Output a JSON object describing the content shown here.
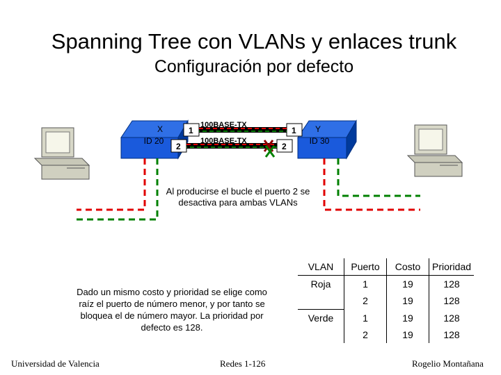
{
  "title": "Spanning Tree con VLANs y enlaces trunk",
  "subtitle": "Configuración por defecto",
  "switch_x": {
    "name": "X",
    "id": "ID 20"
  },
  "switch_y": {
    "name": "Y",
    "id": "ID 30"
  },
  "ports": {
    "x_top": "1",
    "x_bottom": "2",
    "y_top": "1",
    "y_bottom": "2"
  },
  "links": {
    "top": "100BASE-TX",
    "bottom": "100BASE-TX"
  },
  "note": "Al producirse el bucle el puerto 2 se desactiva para ambas VLANs",
  "explanation": "Dado un mismo costo y prioridad se elige como raíz el puerto de número menor, y por tanto se bloquea el de número mayor. La prioridad por defecto es 128.",
  "table": {
    "headers": [
      "VLAN",
      "Puerto",
      "Costo",
      "Prioridad"
    ],
    "rows": [
      [
        "Roja",
        "1",
        "19",
        "128"
      ],
      [
        "",
        "2",
        "19",
        "128"
      ],
      [
        "Verde",
        "1",
        "19",
        "128"
      ],
      [
        "",
        "2",
        "19",
        "128"
      ]
    ]
  },
  "footer": {
    "left": "Universidad de Valencia",
    "center": "Redes 1-126",
    "right": "Rogelio Montañana"
  },
  "colors": {
    "vlan_red": "#e00000",
    "vlan_green": "#008000",
    "switch_blue": "#1a5adc",
    "switch_dark": "#003a9c",
    "block_x": "#8b0000"
  }
}
